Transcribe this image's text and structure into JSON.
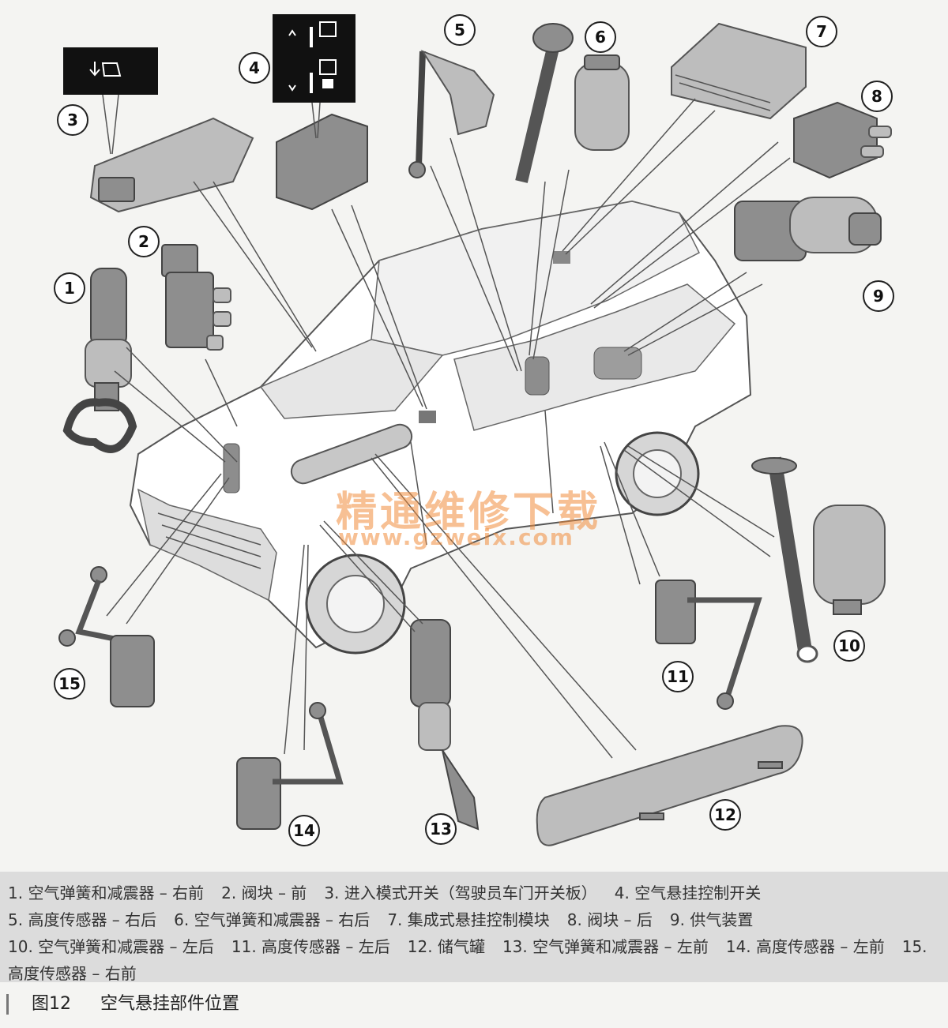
{
  "callouts": [
    "1",
    "2",
    "3",
    "4",
    "5",
    "6",
    "7",
    "8",
    "9",
    "10",
    "11",
    "12",
    "13",
    "14",
    "15"
  ],
  "watermark": {
    "line1": "精通维修下载",
    "line2": "www.gzweix.com"
  },
  "legend": [
    "1. 空气弹簧和减震器 – 右前",
    "2. 阀块 – 前",
    "3. 进入模式开关（驾驶员车门开关板）",
    "4. 空气悬挂控制开关",
    "5. 高度传感器 – 右后",
    "6. 空气弹簧和减震器 – 右后",
    "7. 集成式悬挂控制模块",
    "8. 阀块 – 后",
    "9. 供气装置",
    "10. 空气弹簧和减震器 – 左后",
    "11. 高度传感器 – 左后",
    "12. 储气罐",
    "13. 空气弹簧和减震器 – 左前",
    "14. 高度传感器 – 左前",
    "15. 高度传感器 – 右前"
  ],
  "caption": {
    "figure": "图12",
    "title": "空气悬挂部件位置"
  }
}
